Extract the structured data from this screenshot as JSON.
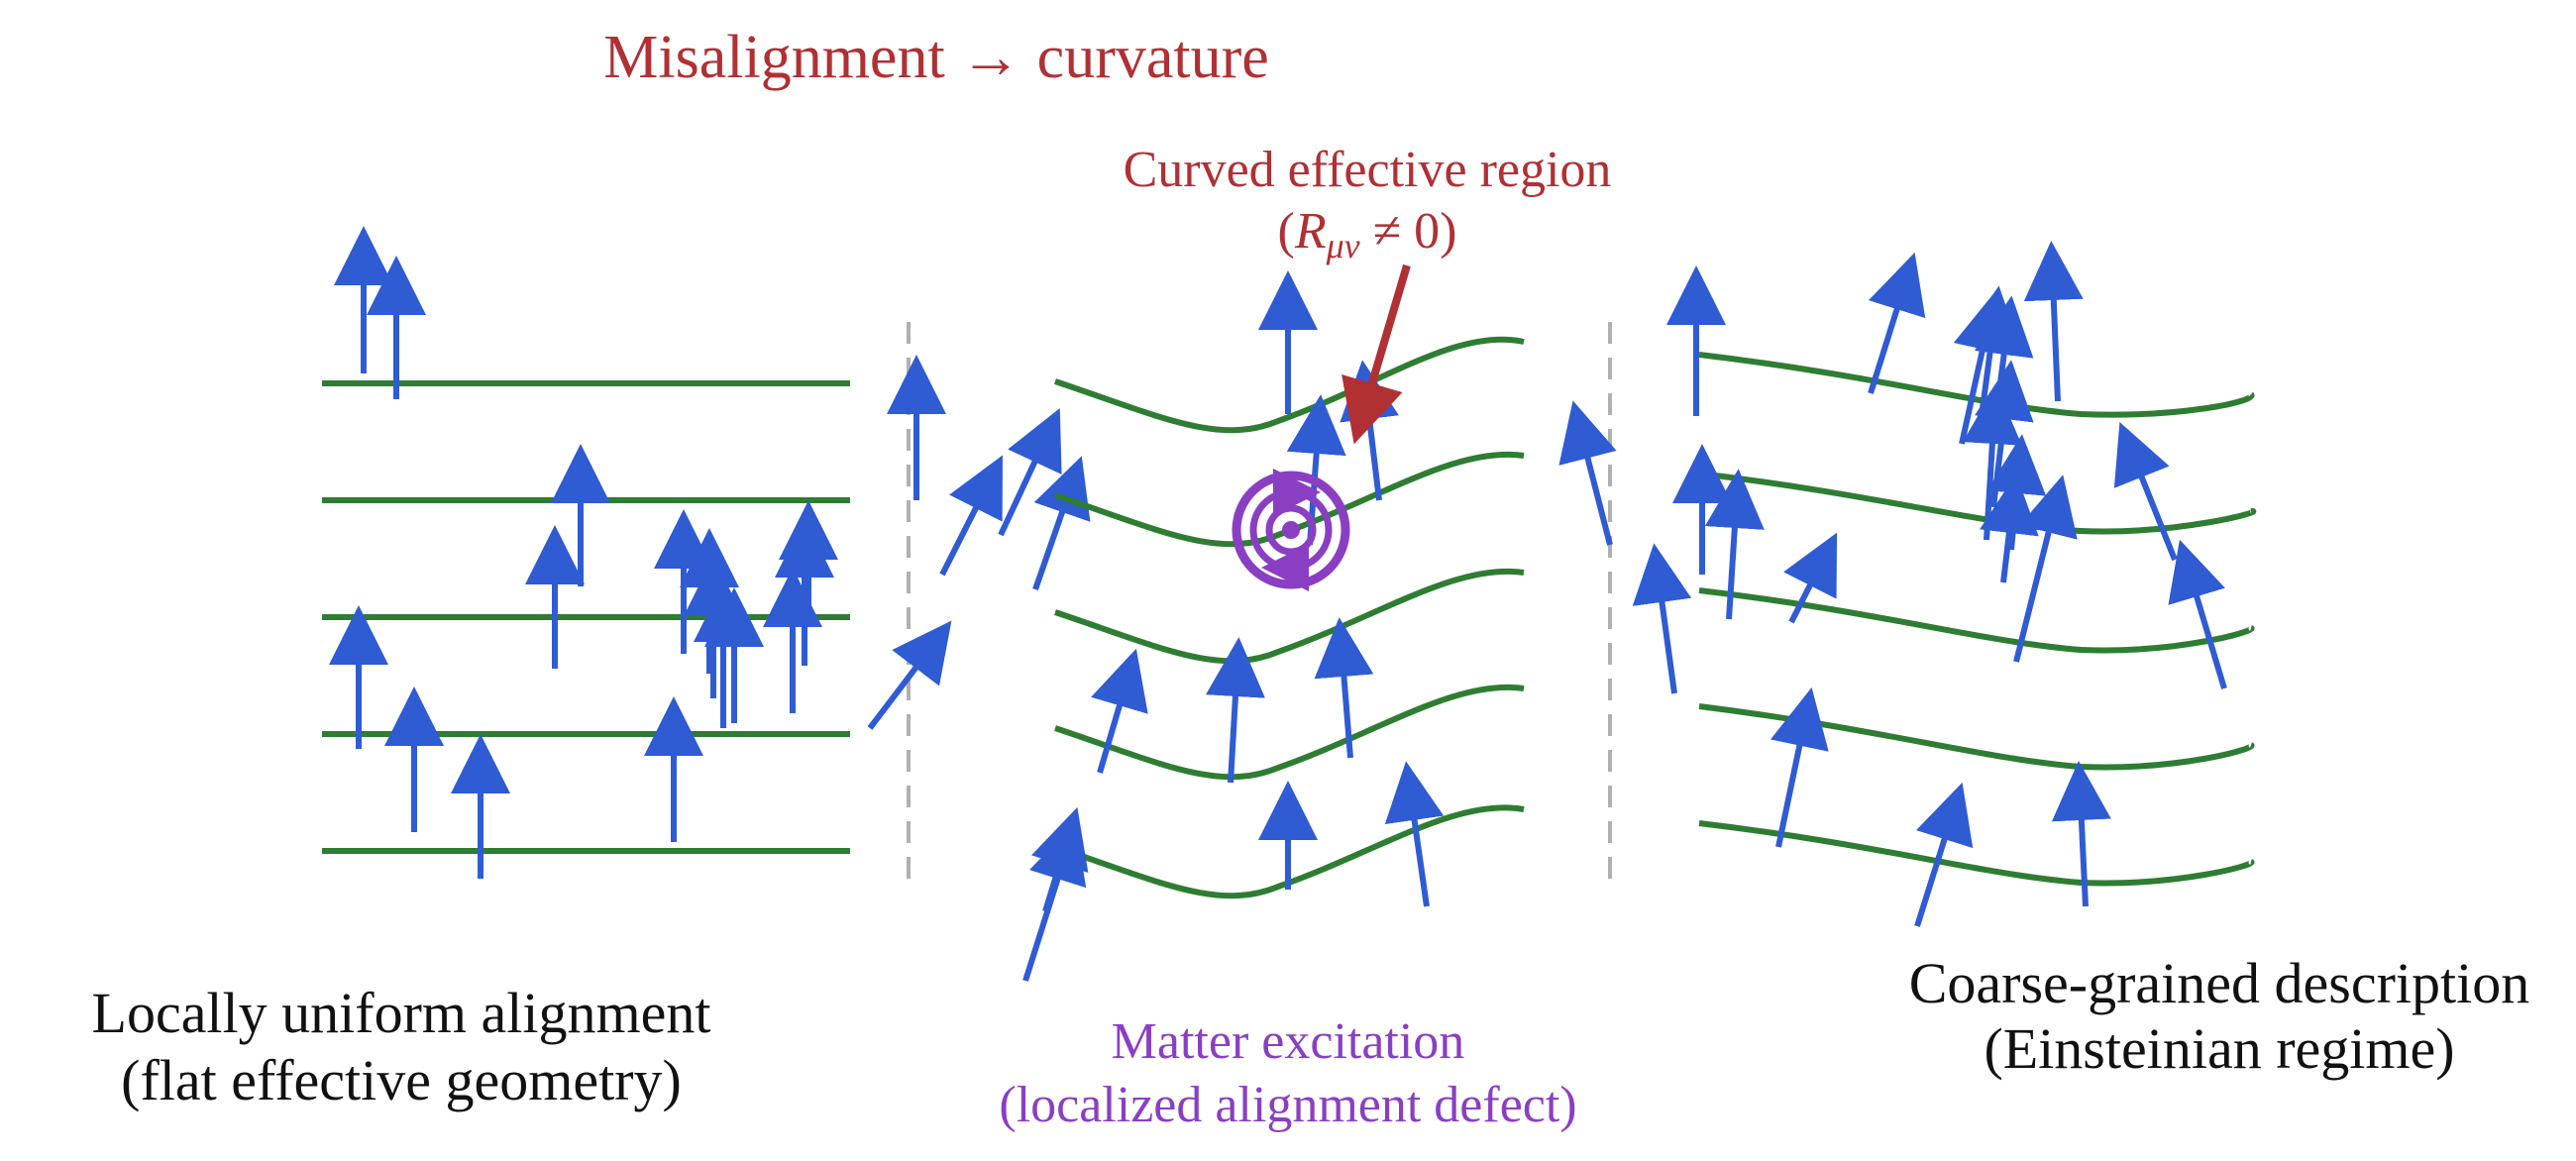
{
  "title": "Misalignment → curvature",
  "labels": {
    "left_line1": "Locally uniform alignment",
    "left_line2": "(flat effective geometry)",
    "curved_region_line1": "Curved effective region",
    "curved_region_symbol": "R",
    "curved_region_subscript": "μν",
    "curved_region_rest": " ≠ 0)",
    "curved_region_open": "(",
    "matter_line1": "Matter excitation",
    "matter_line2": "(localized alignment defect)",
    "right_line1": "Coarse-grained description",
    "right_line2": "(Einsteinian regime)"
  },
  "colors": {
    "title": "#b03034",
    "alignment_line": "#2e7d32",
    "vector_arrow": "#2f5bd3",
    "curvature_pointer": "#b03034",
    "defect": "#8a3fc3",
    "separator": "#b0b0b0",
    "text": "#111111"
  }
}
